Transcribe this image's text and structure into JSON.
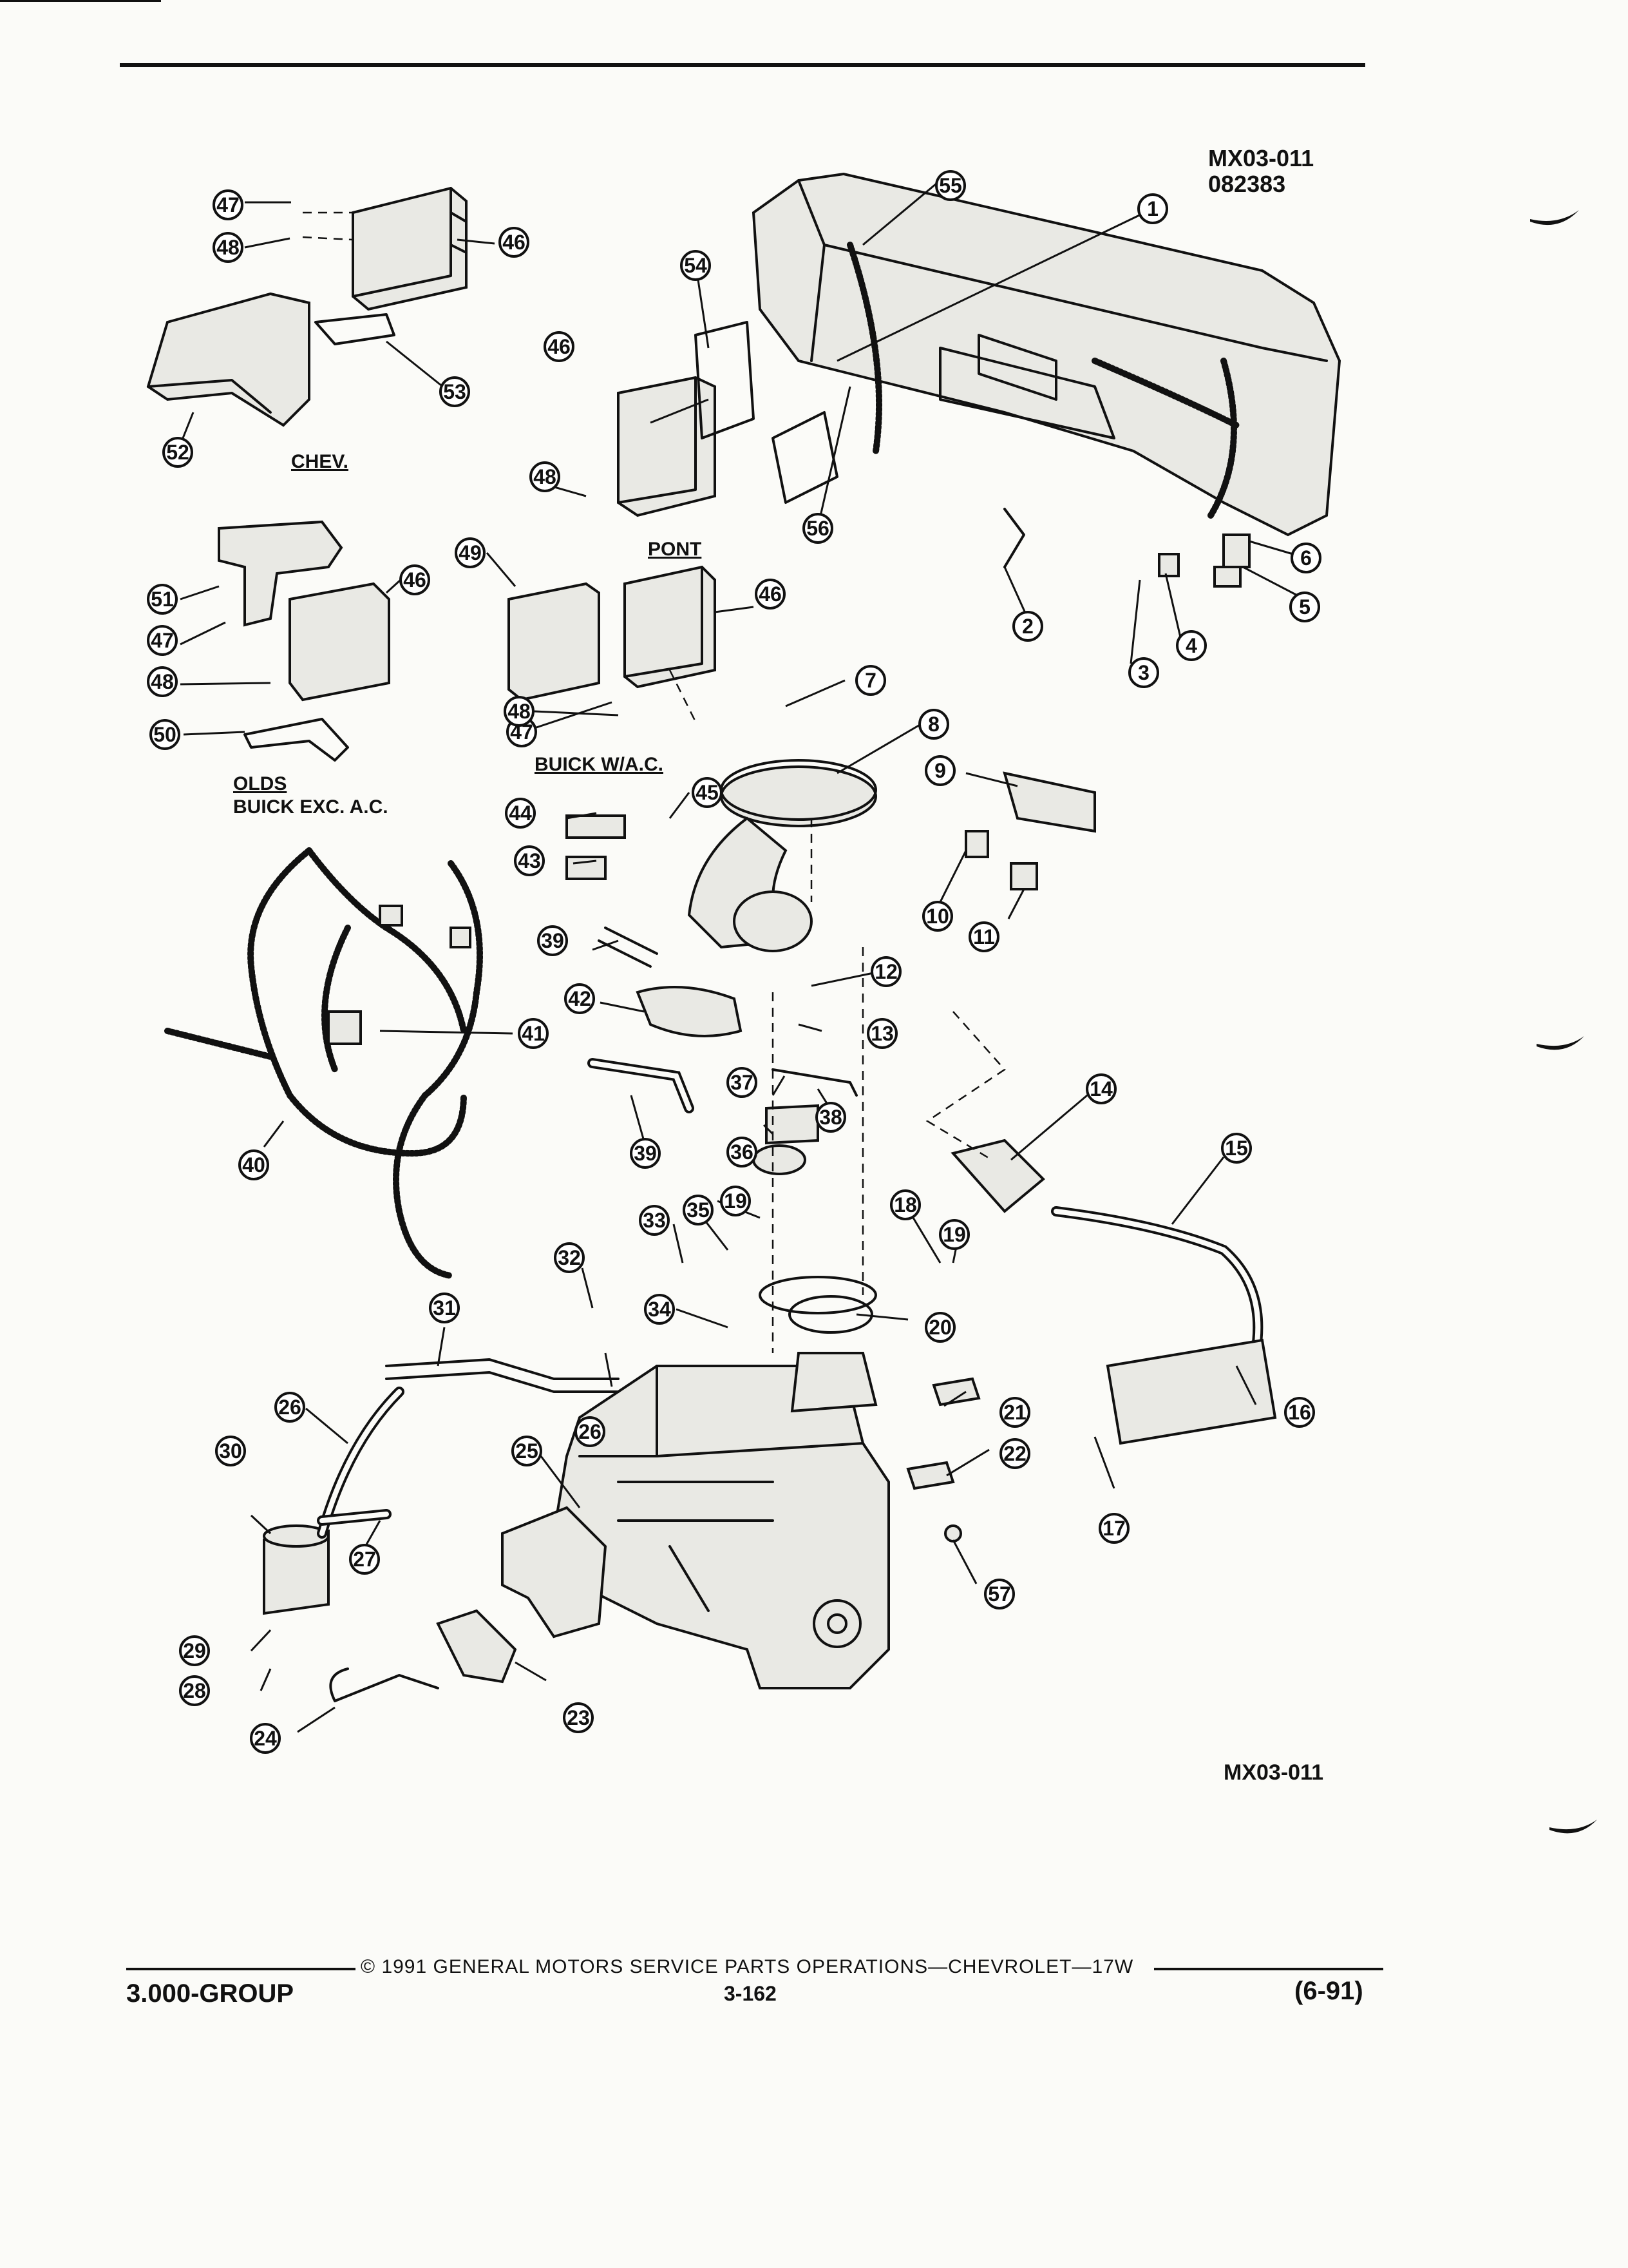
{
  "reference": {
    "code": "MX03-011",
    "number": "082383",
    "code_bottom": "MX03-011"
  },
  "variant_labels": {
    "chev": "CHEV.",
    "pont": "PONT",
    "buick_wac": "BUICK W/A.C.",
    "olds": "OLDS",
    "buick_exc": "BUICK EXC. A.C."
  },
  "footer": {
    "copyright": "©  1991  GENERAL MOTORS SERVICE PARTS OPERATIONS—CHEVROLET—17W",
    "group": "3.000-GROUP",
    "page": "3-162",
    "date": "(6-91)"
  },
  "callouts": [
    "1",
    "2",
    "3",
    "4",
    "5",
    "6",
    "7",
    "8",
    "9",
    "10",
    "11",
    "12",
    "13",
    "14",
    "15",
    "16",
    "17",
    "18",
    "19",
    "19",
    "20",
    "21",
    "22",
    "23",
    "24",
    "25",
    "26",
    "26",
    "27",
    "28",
    "29",
    "30",
    "31",
    "32",
    "33",
    "34",
    "35",
    "36",
    "37",
    "38",
    "39",
    "39",
    "40",
    "41",
    "42",
    "43",
    "44",
    "45",
    "46",
    "46",
    "46",
    "46",
    "47",
    "47",
    "47",
    "48",
    "48",
    "48",
    "48",
    "49",
    "50",
    "51",
    "52",
    "53",
    "54",
    "55",
    "56",
    "57"
  ]
}
